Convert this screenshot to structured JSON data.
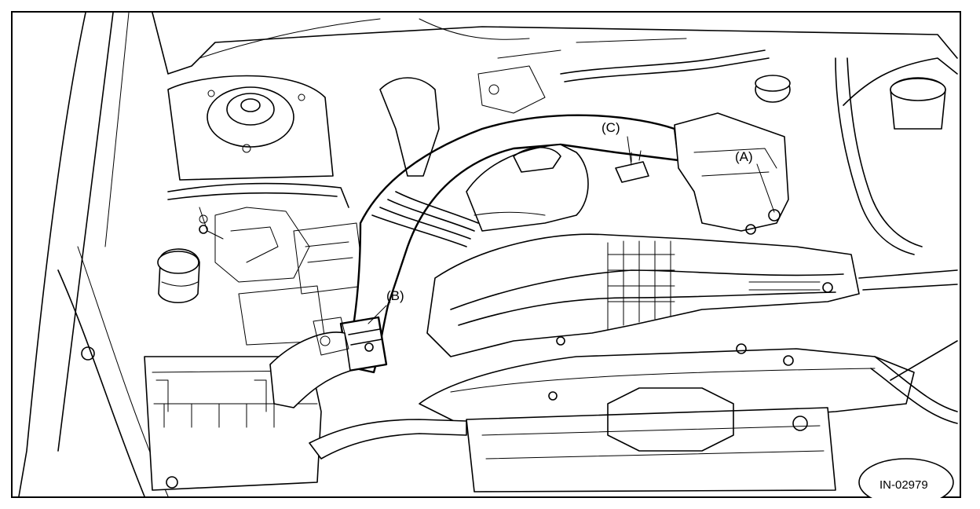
{
  "figure": {
    "id": "IN-02979",
    "callouts": [
      {
        "key": "A",
        "text": "(A)"
      },
      {
        "key": "B",
        "text": "(B)"
      },
      {
        "key": "C",
        "text": "(C)"
      }
    ]
  },
  "colors": {
    "line": "#000000",
    "background": "#ffffff"
  }
}
